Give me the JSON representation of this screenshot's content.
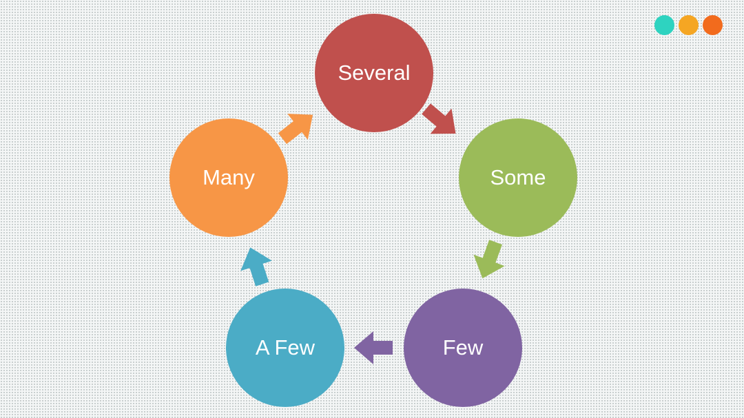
{
  "cycle": {
    "nodes": [
      {
        "id": "several",
        "label": "Several",
        "color": "#c0504d"
      },
      {
        "id": "some",
        "label": "Some",
        "color": "#9bbb59"
      },
      {
        "id": "few",
        "label": "Few",
        "color": "#8064a2"
      },
      {
        "id": "a_few",
        "label": "A Few",
        "color": "#4bacc6"
      },
      {
        "id": "many",
        "label": "Many",
        "color": "#f79646"
      }
    ],
    "arrow_colors": [
      "#c0504d",
      "#9bbb59",
      "#8064a2",
      "#4bacc6",
      "#f79646"
    ]
  },
  "decor": {
    "dot_colors": [
      "#2ed3c0",
      "#f5a623",
      "#f26b1d"
    ]
  }
}
